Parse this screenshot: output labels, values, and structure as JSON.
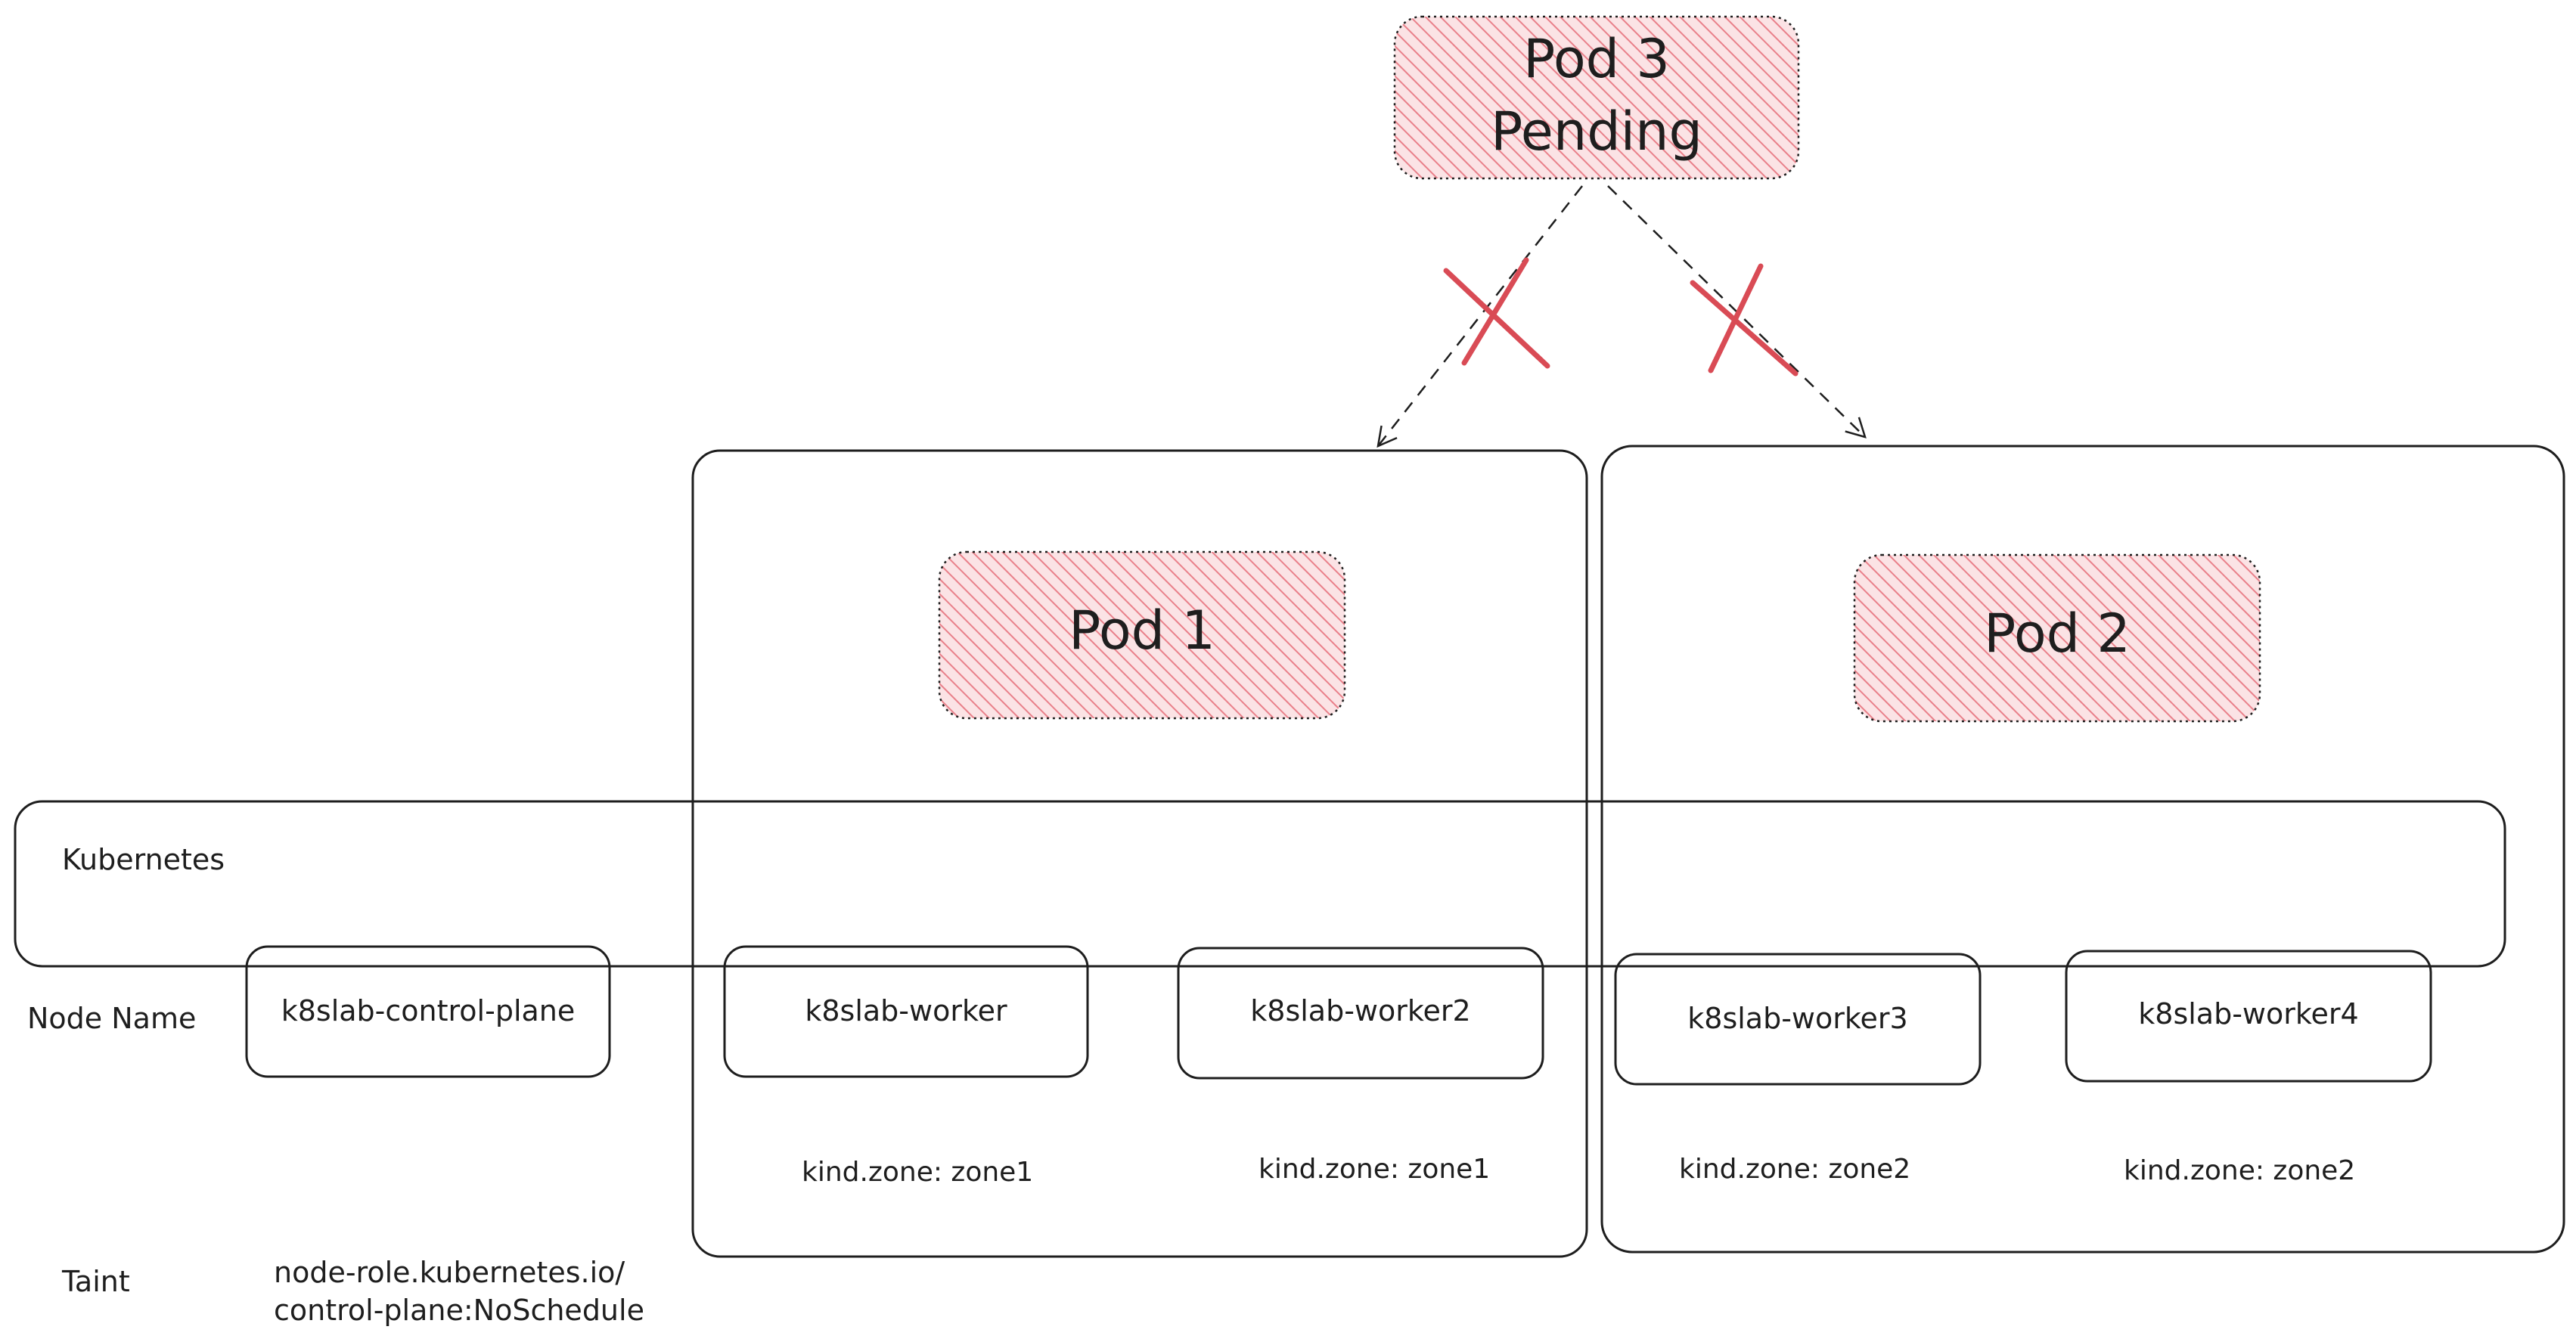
{
  "pods": {
    "pod3": {
      "line1": "Pod 3",
      "line2": "Pending"
    },
    "pod1": {
      "label": "Pod 1"
    },
    "pod2": {
      "label": "Pod 2"
    }
  },
  "cluster": {
    "label": "Kubernetes"
  },
  "row_labels": {
    "node_name": "Node Name",
    "taint": "Taint"
  },
  "nodes": [
    {
      "name": "k8slab-control-plane",
      "zone": "",
      "taint_line1": "node-role.kubernetes.io/",
      "taint_line2": "control-plane:NoSchedule"
    },
    {
      "name": "k8slab-worker",
      "zone": "kind.zone: zone1"
    },
    {
      "name": "k8slab-worker2",
      "zone": "kind.zone: zone1"
    },
    {
      "name": "k8slab-worker3",
      "zone": "kind.zone: zone2"
    },
    {
      "name": "k8slab-worker4",
      "zone": "kind.zone: zone2"
    }
  ],
  "colors": {
    "stroke": "#1e1e1e",
    "pod_fill": "#f2a3a8",
    "pod_hatch": "#e56b75",
    "cross": "#d94b55",
    "background": "#ffffff"
  }
}
